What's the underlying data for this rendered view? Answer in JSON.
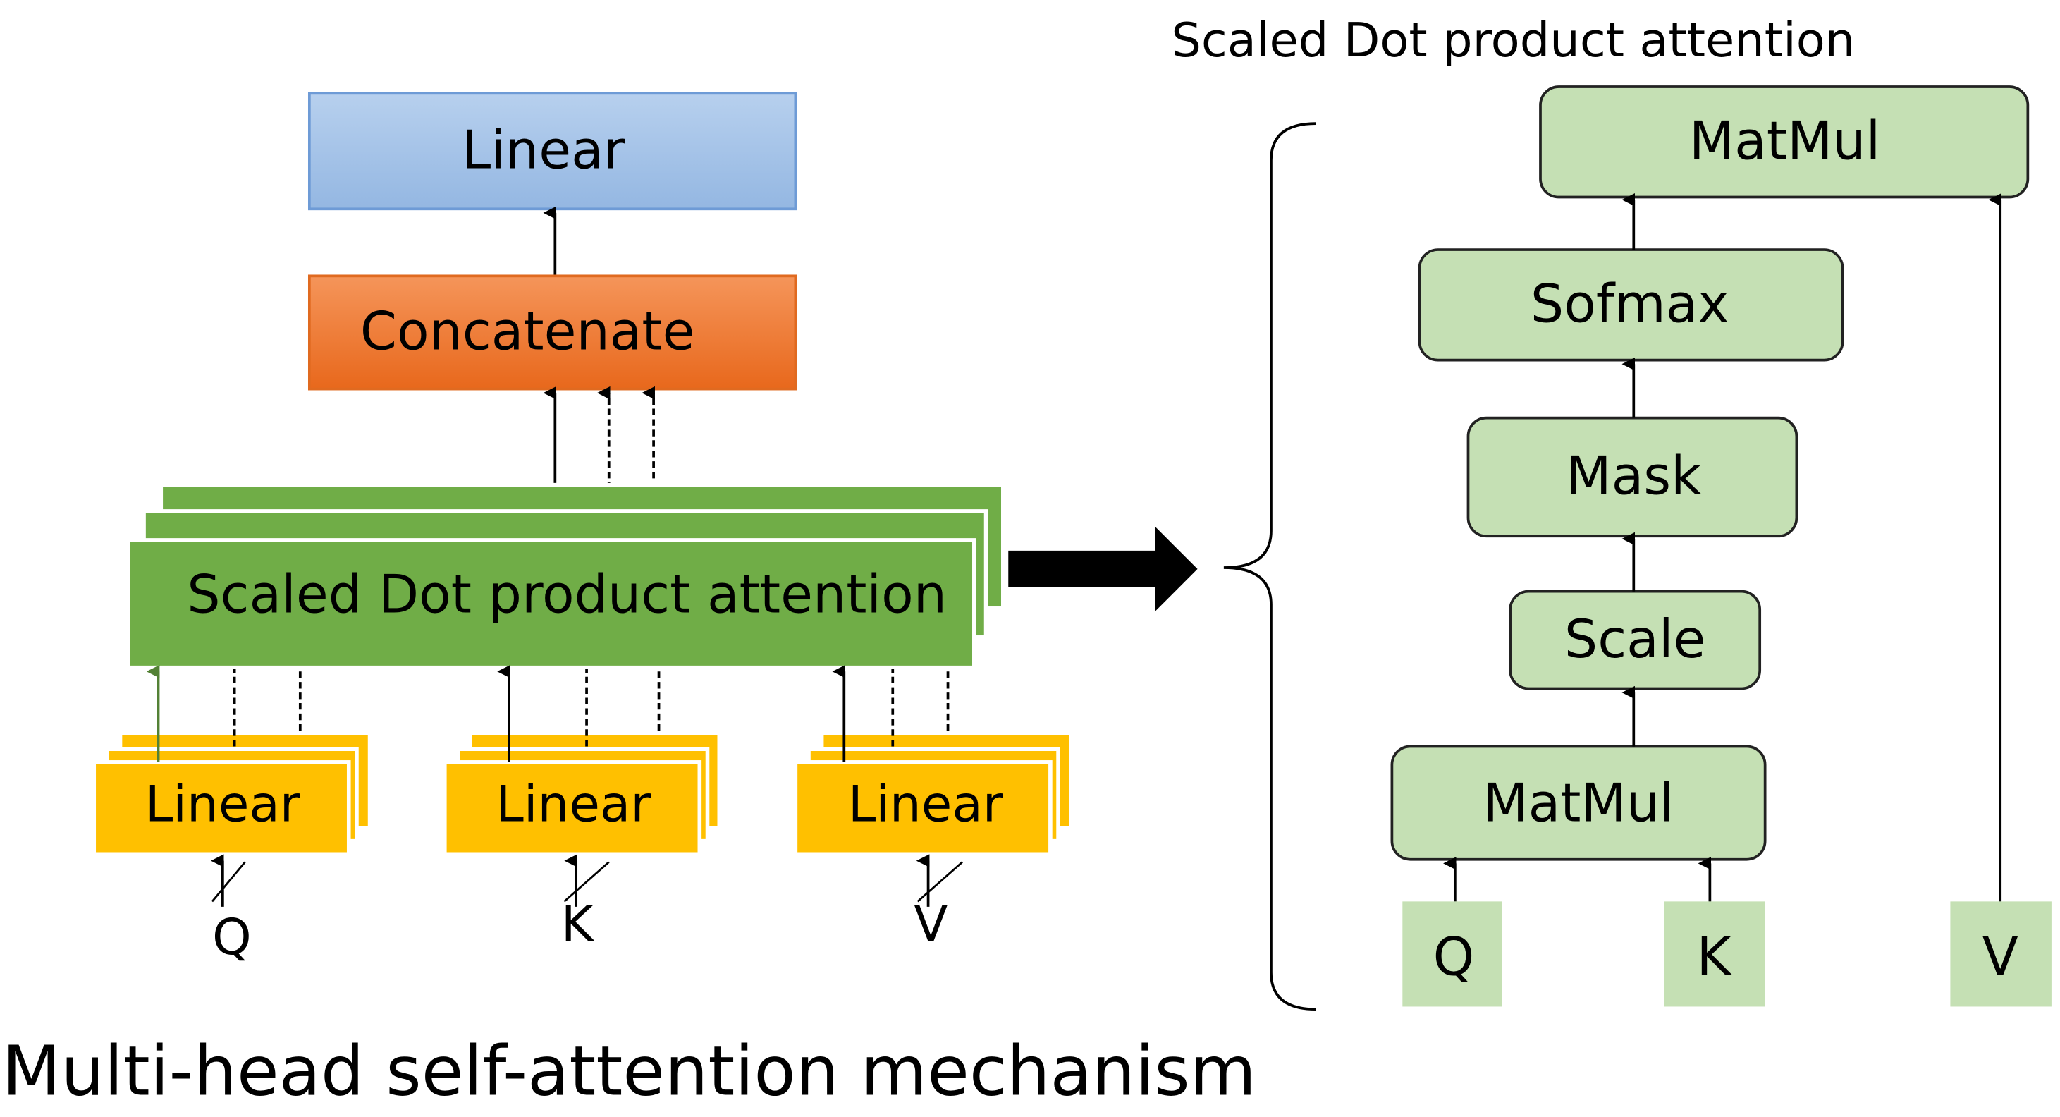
{
  "colors": {
    "linear_top_fill": "#a4c2e6",
    "linear_top_border": "#6e9bd6",
    "concat_fill": "#ef7f3e",
    "concat_border": "#e06a20",
    "sdpa_fill": "#70ad47",
    "sdpa_border": "#5f9a3a",
    "linear_small_fill": "#ffc000",
    "linear_small_border": "#e6a800",
    "right_box_fill": "#c5e0b4",
    "right_box_border": "#222222",
    "input_box_fill": "#c5e0b4",
    "arrow": "#000000",
    "q_arrow": "#538135"
  },
  "left": {
    "linear_top": "Linear",
    "concatenate": "Concatenate",
    "sdpa": "Scaled Dot product attention",
    "linear_q": "Linear",
    "linear_k": "Linear",
    "linear_v": "Linear",
    "input_q": "Q",
    "input_k": "K",
    "input_v": "V",
    "caption": "Multi-head self-attention mechanism"
  },
  "right": {
    "title": "Scaled Dot product attention",
    "matmul_top": "MatMul",
    "softmax": "Sofmax",
    "mask": "Mask",
    "scale": "Scale",
    "matmul_bottom": "MatMul",
    "input_q": "Q",
    "input_k": "K",
    "input_v": "V"
  }
}
